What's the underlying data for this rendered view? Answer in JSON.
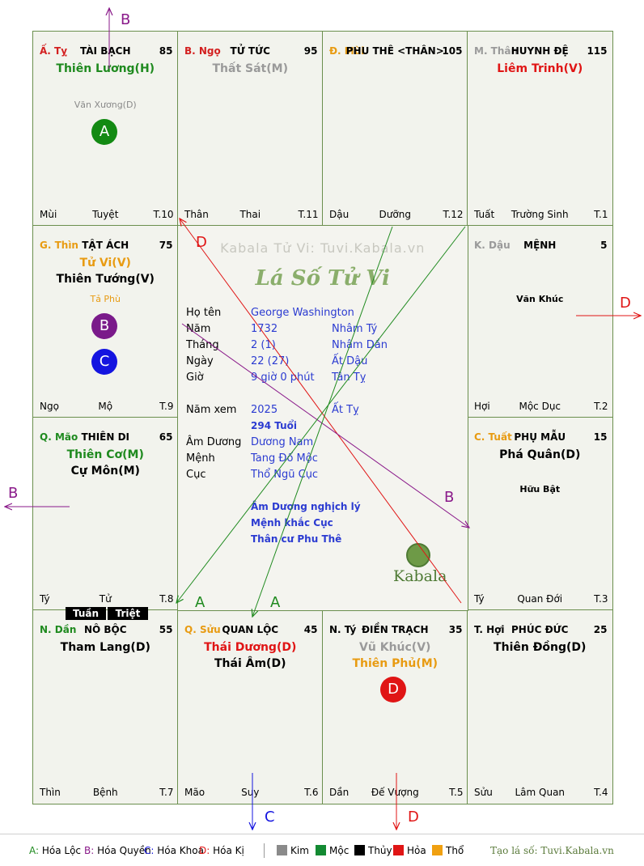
{
  "palaces": [
    {
      "branch": "Ấ. Tỵ",
      "branch_color": "#d32020",
      "name": "TÀI BẠCH",
      "num": "85",
      "major": [
        {
          "t": "Thiên Lương(H)",
          "c": "#1f8a1f"
        }
      ],
      "minor": [
        {
          "t": "Văn Xương(D)",
          "c": "#8a8a8a"
        }
      ],
      "bl": "Mùi",
      "bc": "Tuyệt",
      "br": "T.10",
      "badges": [
        {
          "t": "A",
          "c": "#138a13"
        }
      ]
    },
    {
      "branch": "B. Ngọ",
      "branch_color": "#d32020",
      "name": "TỬ TỨC",
      "num": "95",
      "major": [
        {
          "t": "Thất Sát(M)",
          "c": "#9a9a9a"
        }
      ],
      "minor": [],
      "bl": "Thân",
      "bc": "Thai",
      "br": "T.11",
      "badges": []
    },
    {
      "branch": "Đ. Mùi",
      "branch_color": "#e89b12",
      "name": "PHU THÊ <THÂN>",
      "num": "105",
      "major": [],
      "minor": [],
      "bl": "Dậu",
      "bc": "Dưỡng",
      "br": "T.12",
      "badges": []
    },
    {
      "branch": "M. Thân",
      "branch_color": "#9a9a9a",
      "name": "HUYNH ĐỆ",
      "num": "115",
      "major": [
        {
          "t": "Liêm Trinh(V)",
          "c": "#e01515"
        }
      ],
      "minor": [],
      "bl": "Tuất",
      "bc": "Trường Sinh",
      "br": "T.1",
      "badges": []
    },
    {
      "branch": "G. Thìn",
      "branch_color": "#e89b12",
      "name": "TẬT ÁCH",
      "num": "75",
      "major": [
        {
          "t": "Tử Vi(V)",
          "c": "#e89b12"
        },
        {
          "t": "Thiên Tướng(V)",
          "c": "#000000"
        }
      ],
      "minor": [
        {
          "t": "Tả Phù",
          "c": "#e89b12"
        }
      ],
      "bl": "Ngọ",
      "bc": "Mộ",
      "br": "T.9",
      "badges": [
        {
          "t": "B",
          "c": "#7a1a8a"
        },
        {
          "t": "C",
          "c": "#1414e0"
        }
      ]
    },
    {
      "branch": "K. Dậu",
      "branch_color": "#9a9a9a",
      "name": "MỆNH",
      "num": "5",
      "major": [],
      "minor": [
        {
          "t": "Văn Khúc",
          "c": "#000000"
        }
      ],
      "bl": "Hợi",
      "bc": "Mộc Dục",
      "br": "T.2",
      "badges": []
    },
    {
      "branch": "Q. Mão",
      "branch_color": "#1f8a1f",
      "name": "THIÊN DI",
      "num": "65",
      "major": [
        {
          "t": "Thiên Cơ(M)",
          "c": "#1f8a1f"
        },
        {
          "t": "Cự Môn(M)",
          "c": "#000000"
        }
      ],
      "minor": [],
      "bl": "Tý",
      "bc": "Tử",
      "br": "T.8",
      "badges": []
    },
    {
      "branch": "C. Tuất",
      "branch_color": "#e89b12",
      "name": "PHỤ MẪU",
      "num": "15",
      "major": [
        {
          "t": "Phá Quân(D)",
          "c": "#000000"
        }
      ],
      "minor": [
        {
          "t": "Hữu Bật",
          "c": "#000000"
        }
      ],
      "bl": "Tý",
      "bc": "Quan Đới",
      "br": "T.3",
      "badges": []
    },
    {
      "branch": "N. Dần",
      "branch_color": "#1f8a1f",
      "name": "NÔ BỘC",
      "num": "55",
      "major": [
        {
          "t": "Tham Lang(D)",
          "c": "#000000"
        }
      ],
      "minor": [],
      "bl": "Thìn",
      "bc": "Bệnh",
      "br": "T.7",
      "badges": []
    },
    {
      "branch": "Q. Sửu",
      "branch_color": "#e89b12",
      "name": "QUAN LỘC",
      "num": "45",
      "major": [
        {
          "t": "Thái Dương(D)",
          "c": "#e01515"
        },
        {
          "t": "Thái Âm(D)",
          "c": "#000000"
        }
      ],
      "minor": [],
      "bl": "Mão",
      "bc": "Suy",
      "br": "T.6",
      "badges": []
    },
    {
      "branch": "N. Tý",
      "branch_color": "#000000",
      "name": "ĐIỀN TRẠCH",
      "num": "35",
      "major": [
        {
          "t": "Vũ Khúc(V)",
          "c": "#9a9a9a"
        },
        {
          "t": "Thiên Phủ(M)",
          "c": "#e89b12"
        }
      ],
      "minor": [],
      "bl": "Dần",
      "bc": "Đế Vượng",
      "br": "T.5",
      "badges": [
        {
          "t": "D",
          "c": "#e01515"
        }
      ]
    },
    {
      "branch": "T. Hợi",
      "branch_color": "#000000",
      "name": "PHÚC ĐỨC",
      "num": "25",
      "major": [
        {
          "t": "Thiên Đồng(D)",
          "c": "#000000"
        }
      ],
      "minor": [],
      "bl": "Sửu",
      "bc": "Lâm Quan",
      "br": "T.4",
      "badges": []
    }
  ],
  "center": {
    "watermark": "Kabala Tử Vi: Tuvi.Kabala.vn",
    "title": "Lá Số Tử Vi",
    "brand": "Kabala",
    "rows": [
      {
        "label": "Họ tên",
        "v1": "George Washington",
        "v2": ""
      },
      {
        "label": "Năm",
        "v1": "1732",
        "v2": "Nhâm Tý"
      },
      {
        "label": "Tháng",
        "v1": "2  (1)",
        "v2": "Nhâm Dần"
      },
      {
        "label": "Ngày",
        "v1": "22  (27)",
        "v2": "Ất Dậu"
      },
      {
        "label": "Giờ",
        "v1": "9 giờ 0 phút",
        "v2": "Tân Tỵ"
      },
      {
        "label": "Năm xem",
        "v1": "2025",
        "v2": "Ất Tỵ"
      },
      {
        "label": "",
        "v1": "294 Tuổi",
        "v2": ""
      },
      {
        "label": "Âm Dương",
        "v1": "Dương Nam",
        "v2": ""
      },
      {
        "label": "Mệnh",
        "v1": "Tang Đố Mộc",
        "v2": ""
      },
      {
        "label": "Cục",
        "v1": "Thổ Ngũ Cục",
        "v2": ""
      }
    ],
    "notes": [
      "Âm Dương nghịch lý",
      "Mệnh khắc Cục",
      "Thân cư Phu Thê"
    ]
  },
  "tags": {
    "tuan": "Tuần",
    "triet": "Triệt"
  },
  "arrow_labels": {
    "a": "A",
    "b": "B",
    "c": "C",
    "d": "D"
  },
  "colors": {
    "a": "#1f8a1f",
    "b": "#8a1a8a",
    "c": "#1414e0",
    "d": "#e01515",
    "grid": "#6b8f4e"
  },
  "legend": {
    "hoa": [
      {
        "key": "A:",
        "label": "Hóa Lộc",
        "c": "#1f8a1f"
      },
      {
        "key": "B:",
        "label": "Hóa Quyền",
        "c": "#8a1a8a"
      },
      {
        "key": "C:",
        "label": "Hóa Khoa",
        "c": "#1414e0"
      },
      {
        "key": "D:",
        "label": "Hóa Kị",
        "c": "#e01515"
      }
    ],
    "elements": [
      {
        "label": "Kim",
        "c": "#8a8a8a"
      },
      {
        "label": "Mộc",
        "c": "#138a32"
      },
      {
        "label": "Thủy",
        "c": "#000000"
      },
      {
        "label": "Hỏa",
        "c": "#e01515"
      },
      {
        "label": "Thổ",
        "c": "#f0a010"
      }
    ],
    "site": "Tạo lá số: Tuvi.Kabala.vn"
  }
}
